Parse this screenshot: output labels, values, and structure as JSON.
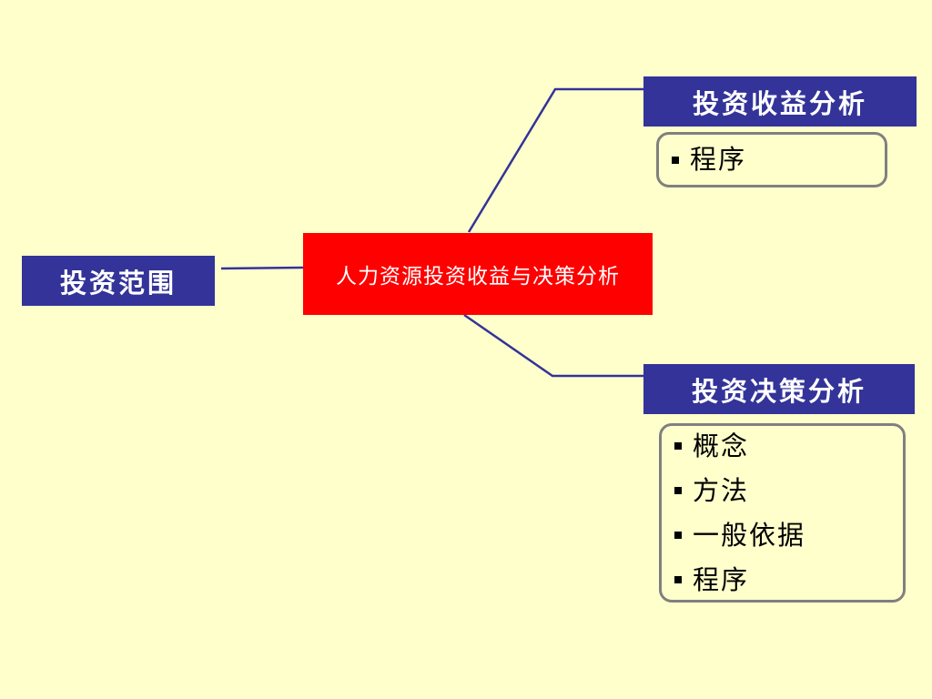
{
  "diagram": {
    "left_node": "投资范围",
    "center_node": "人力资源投资收益与决策分析",
    "top_branch": {
      "title": "投资收益分析",
      "items": [
        "程序"
      ]
    },
    "bottom_branch": {
      "title": "投资决策分析",
      "items": [
        "概念",
        "方法",
        "一般依据",
        "程序"
      ]
    }
  },
  "colors": {
    "background": "#FFFFCC",
    "branch_box": "#333399",
    "center_box": "#FF0000",
    "connector": "#333399",
    "detail_border": "#808080"
  },
  "icons": {
    "bullet": "square-bullet-icon"
  }
}
